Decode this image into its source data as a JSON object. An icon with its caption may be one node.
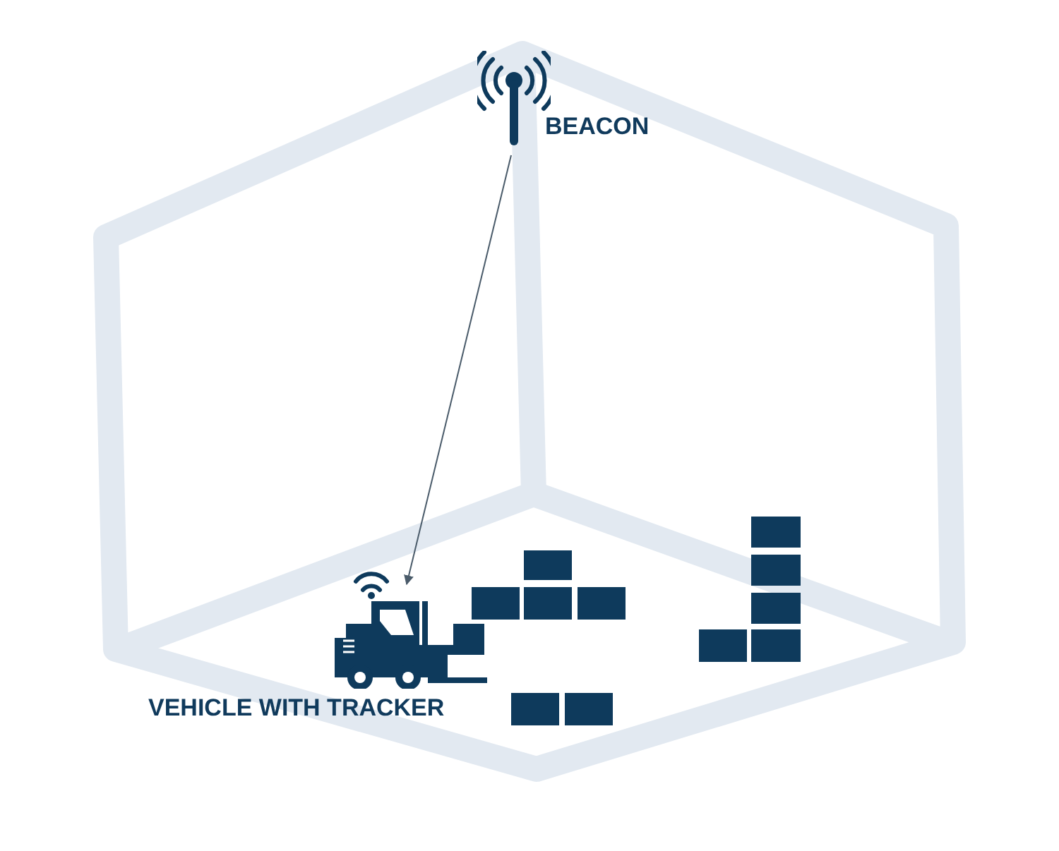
{
  "diagram": {
    "nodes": [
      {
        "text": [
          "BEACON"
        ]
      },
      {
        "text": [
          "VEHICLE WITH TRACKER"
        ]
      }
    ],
    "edges": [
      {
        "from": 0,
        "to": 1,
        "arrow": "to"
      }
    ]
  }
}
